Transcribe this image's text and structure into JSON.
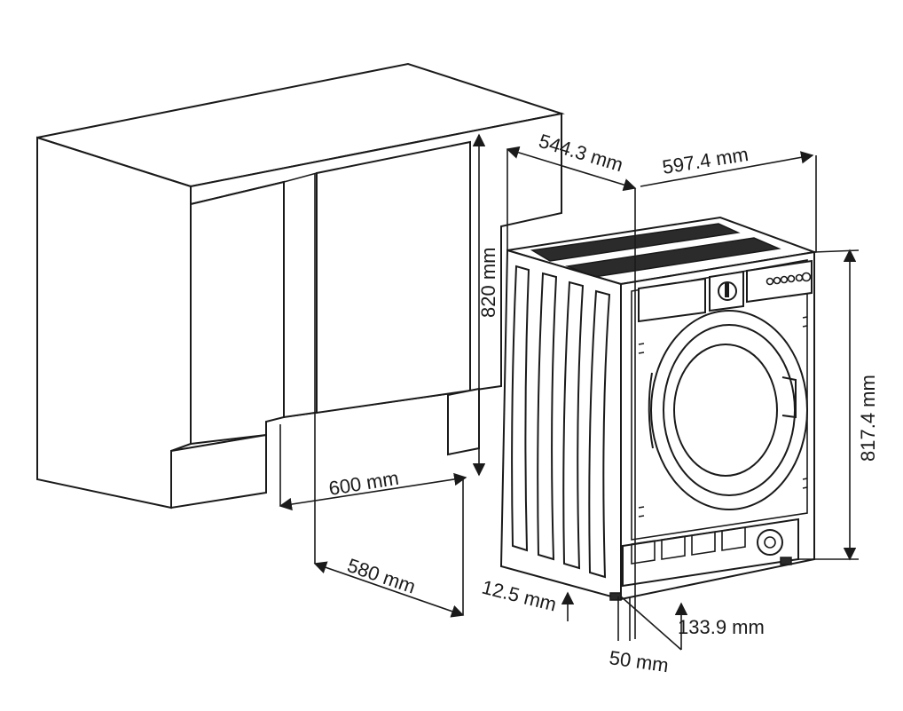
{
  "dimensions": {
    "cabinet_height": "820 mm",
    "cabinet_width": "600 mm",
    "cabinet_depth": "580 mm",
    "machine_depth": "544.3 mm",
    "machine_width": "597.4 mm",
    "machine_height": "817.4 mm",
    "base_offset": "12.5 mm",
    "plinth_depth": "133.9 mm",
    "foot_gap": "50 mm"
  },
  "icons": {
    "arrow": "arrowhead",
    "knob": "control-knob",
    "buttons": "control-buttons"
  }
}
